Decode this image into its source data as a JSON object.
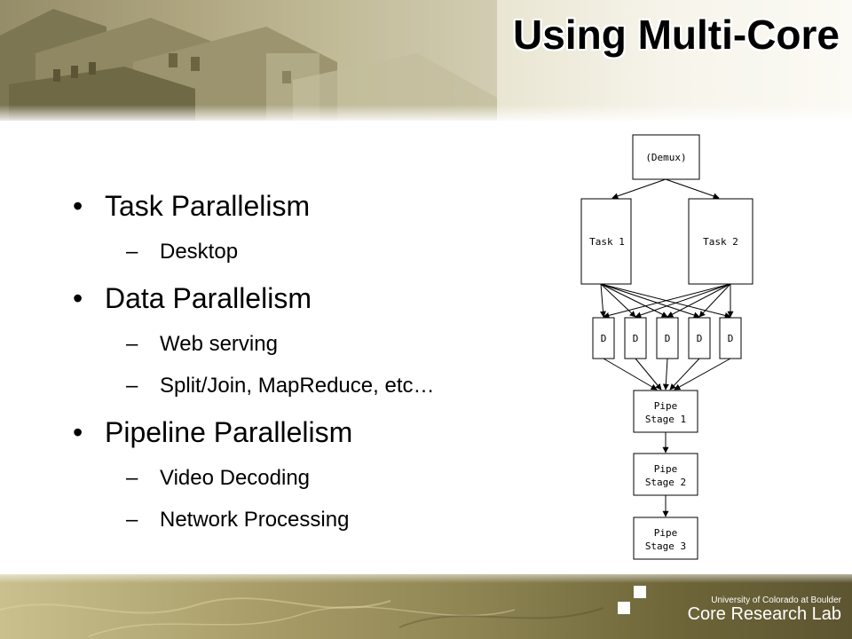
{
  "slide": {
    "title": "Using Multi-Core",
    "bullets": [
      {
        "text": "Task Parallelism",
        "subitems": [
          "Desktop"
        ]
      },
      {
        "text": "Data Parallelism",
        "subitems": [
          "Web serving",
          "Split/Join, MapReduce, etc…"
        ]
      },
      {
        "text": "Pipeline Parallelism",
        "subitems": [
          "Video Decoding",
          "Network Processing"
        ]
      }
    ],
    "bullet_symbol": "•",
    "sub_bullet_symbol": "–"
  },
  "diagram": {
    "demux_label": "(Demux)",
    "tasks": [
      "Task 1",
      "Task 2"
    ],
    "data_nodes": [
      "D",
      "D",
      "D",
      "D",
      "D"
    ],
    "stages": [
      {
        "line1": "Pipe",
        "line2": "Stage 1"
      },
      {
        "line1": "Pipe",
        "line2": "Stage 2"
      },
      {
        "line1": "Pipe",
        "line2": "Stage 3"
      }
    ]
  },
  "footer": {
    "university": "University of Colorado at Boulder",
    "lab": "Core Research Lab"
  },
  "colors": {
    "title": "#000000",
    "footer_text": "#ffffff"
  }
}
